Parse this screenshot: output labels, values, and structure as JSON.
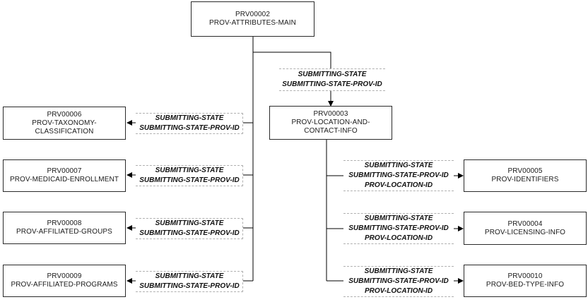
{
  "colors": {
    "line": "#000000",
    "box_border": "#2a2a2a",
    "label_dash": "#b0b0b0"
  },
  "boxes": {
    "prv00002": {
      "code": "PRV00002",
      "name": "PROV-ATTRIBUTES-MAIN"
    },
    "prv00003": {
      "code": "PRV00003",
      "name_line1": "PROV-LOCATION-AND-",
      "name_line2": "CONTACT-INFO"
    },
    "prv00006": {
      "code": "PRV00006",
      "name_line1": "PROV-TAXONOMY-",
      "name_line2": "CLASSIFICATION"
    },
    "prv00007": {
      "code": "PRV00007",
      "name": "PROV-MEDICAID-ENROLLMENT"
    },
    "prv00008": {
      "code": "PRV00008",
      "name": "PROV-AFFILIATED-GROUPS"
    },
    "prv00009": {
      "code": "PRV00009",
      "name": "PROV-AFFILIATED-PROGRAMS"
    },
    "prv00005": {
      "code": "PRV00005",
      "name": "PROV-IDENTIFIERS"
    },
    "prv00004": {
      "code": "PRV00004",
      "name": "PROV-LICENSING-INFO"
    },
    "prv00010": {
      "code": "PRV00010",
      "name": "PROV-BED-TYPE-INFO"
    }
  },
  "keys": {
    "state": "SUBMITTING-STATE",
    "state_prov_id": "SUBMITTING-STATE-PROV-ID",
    "location_id": "PROV-LOCATION-ID"
  }
}
